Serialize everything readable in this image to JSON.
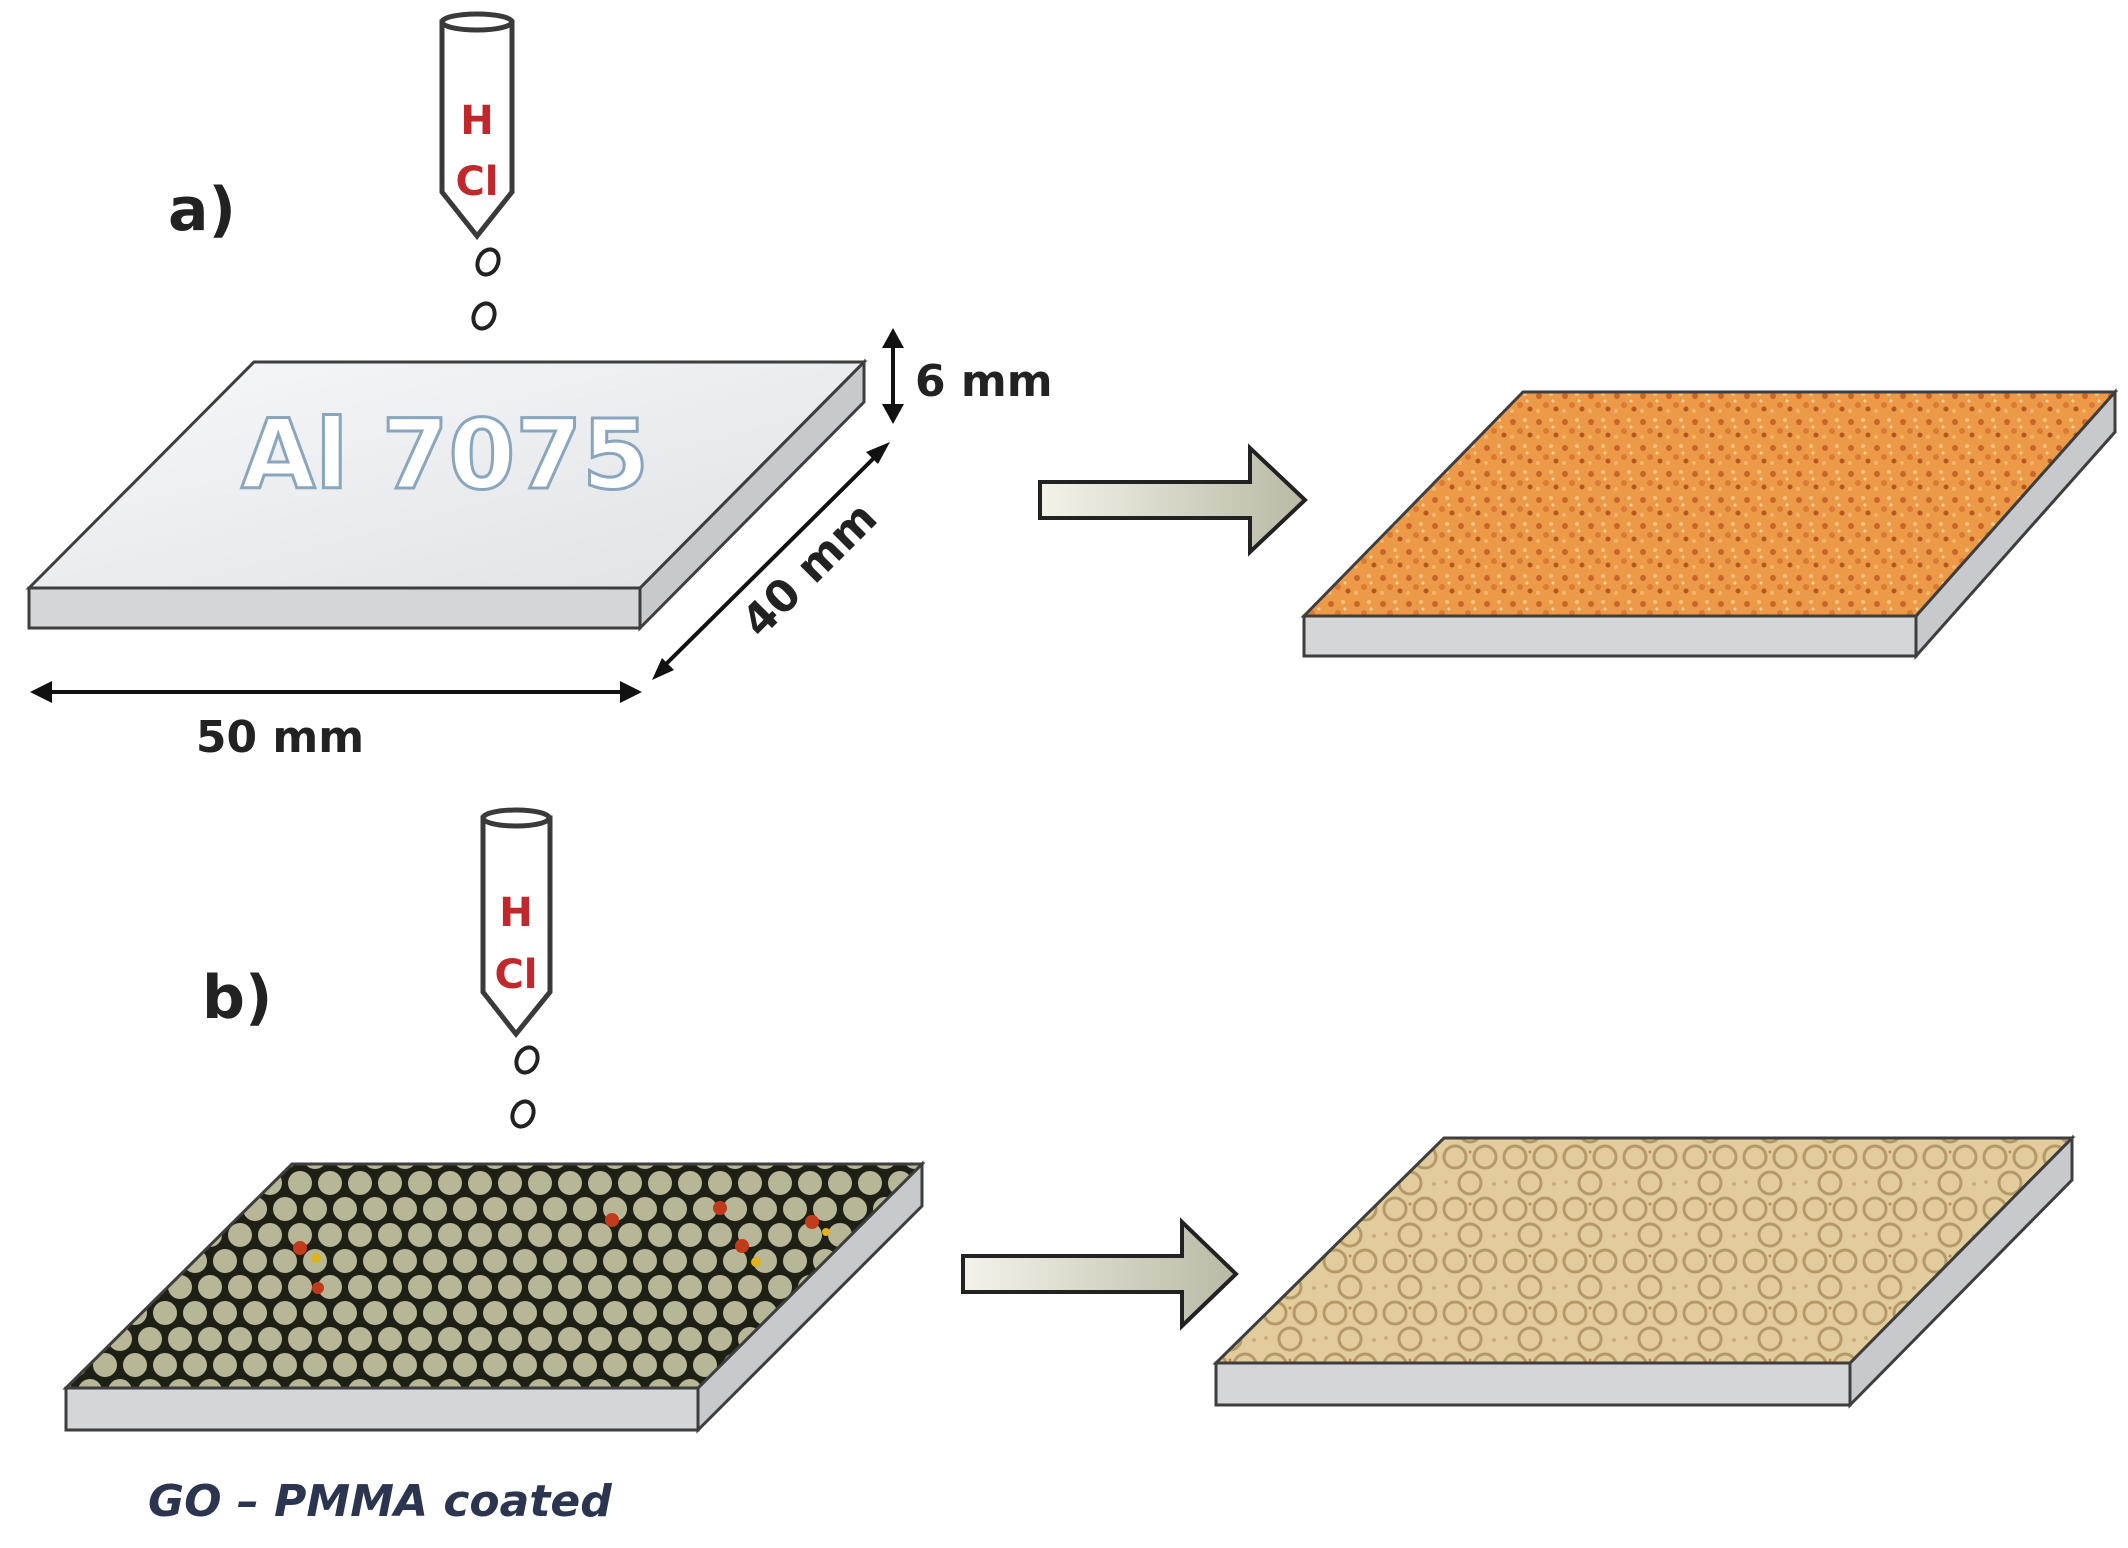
{
  "panels": {
    "a": {
      "label": "a)",
      "reagent_top": "H",
      "reagent_bottom": "Cl",
      "plate_label": "Al 7075"
    },
    "b": {
      "label": "b)",
      "reagent_top": "H",
      "reagent_bottom": "Cl",
      "caption": "GO – PMMA coated"
    }
  },
  "dimensions": {
    "thickness": "6 mm",
    "depth": "40 mm",
    "width": "50 mm"
  },
  "colors": {
    "corroded_bare": "#e8913f",
    "corroded_coated": "#dcc392",
    "coating_base": "#b8b89a",
    "plate_edge": "#d4d6d8",
    "plate_top": "#f2f3f5",
    "arrow_fill": "#dcdccb",
    "reagent_text": "#c0282c"
  }
}
